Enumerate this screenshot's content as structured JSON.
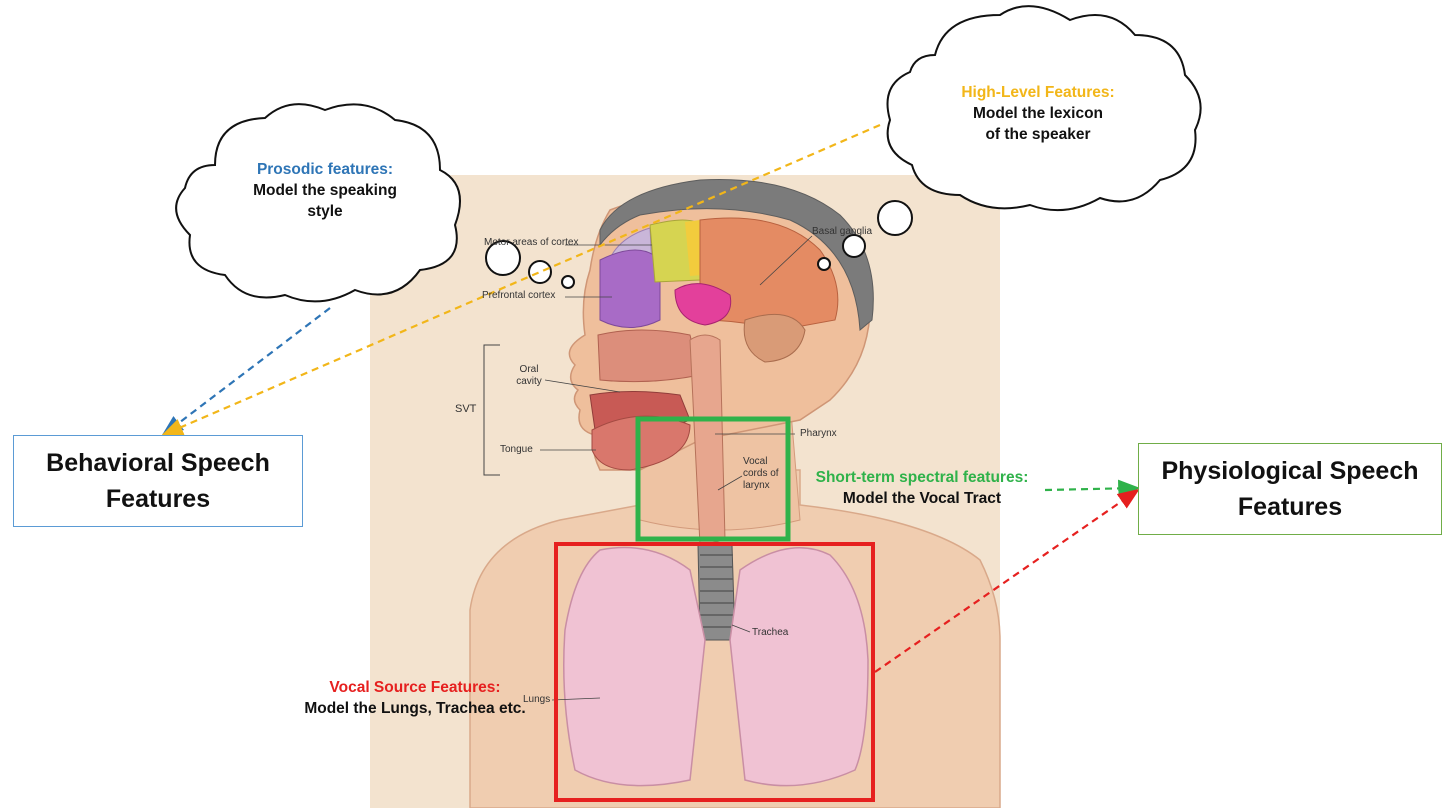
{
  "figure": {
    "colors": {
      "prosodic": "#2e75b6",
      "high_level": "#f2b619",
      "short_term": "#2fb24a",
      "vocal_source": "#e6201f",
      "black": "#111111",
      "behavioral_border": "#5b9bd5",
      "physiological_border": "#70ad47",
      "backdrop": "#f3e3cf"
    },
    "prosodic": {
      "title": "Prosodic features:",
      "line1": "Model the speaking",
      "line2": "style"
    },
    "high_level": {
      "title": "High-Level Features:",
      "line1": "Model the lexicon",
      "line2": "of the speaker"
    },
    "short_term": {
      "title": "Short-term spectral features:",
      "line1": "Model the Vocal Tract"
    },
    "vocal_source": {
      "title": "Vocal Source Features:",
      "line1": "Model the Lungs, Trachea etc."
    },
    "behavioral": {
      "line1": "Behavioral Speech",
      "line2": "Features"
    },
    "physiological": {
      "line1": "Physiological Speech",
      "line2": "Features"
    },
    "anatomy": {
      "motor": "Motor areas of cortex",
      "basal": "Basal ganglia",
      "prefrontal": "Prefrontal cortex",
      "svt": "SVT",
      "oral1": "Oral",
      "oral2": "cavity",
      "tongue": "Tongue",
      "pharynx": "Pharynx",
      "vocal1": "Vocal",
      "vocal2": "cords of",
      "vocal3": "larynx",
      "trachea": "Trachea",
      "lungs": "Lungs"
    }
  }
}
